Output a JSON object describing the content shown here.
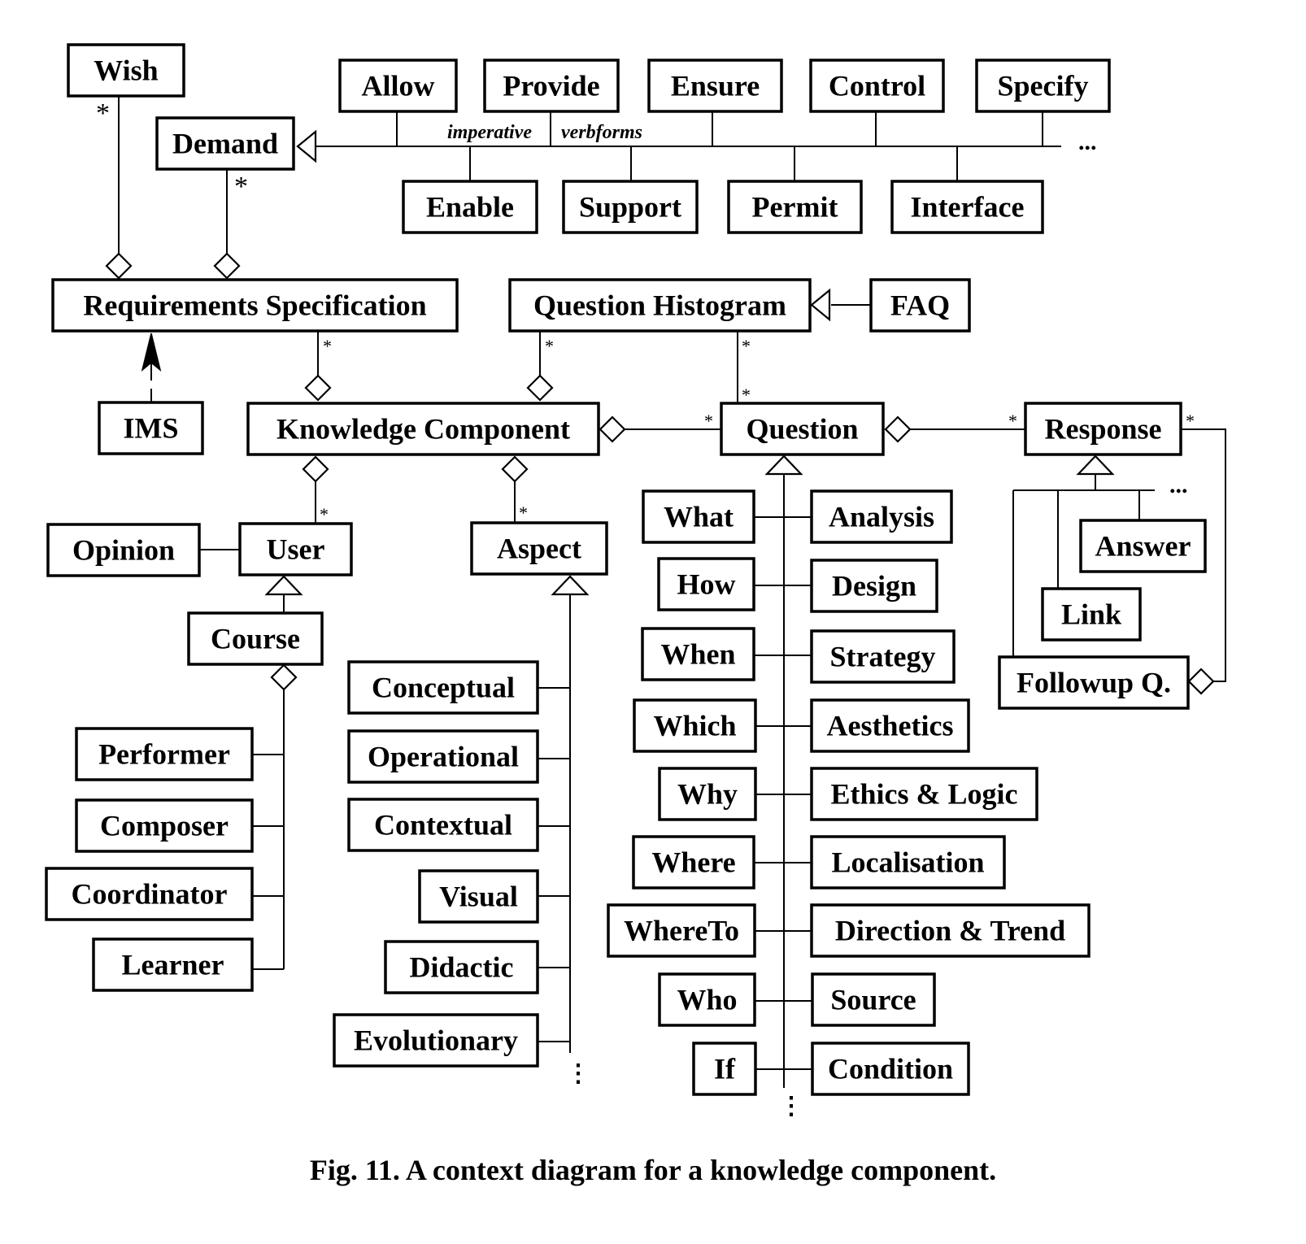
{
  "diagram": {
    "title": "A context diagram for a knowledge component",
    "nodes": {
      "wish": "Wish",
      "demand": "Demand",
      "allow": "Allow",
      "provide": "Provide",
      "ensure": "Ensure",
      "control": "Control",
      "specify": "Specify",
      "enable": "Enable",
      "support": "Support",
      "permit": "Permit",
      "interface": "Interface",
      "requirements_specification": "Requirements  Specification",
      "question_histogram": "Question Histogram",
      "faq": "FAQ",
      "ims": "IMS",
      "knowledge_component": "Knowledge Component",
      "question": "Question",
      "response": "Response",
      "opinion": "Opinion",
      "user": "User",
      "aspect": "Aspect",
      "course": "Course",
      "performer": "Performer",
      "composer": "Composer",
      "coordinator": "Coordinator",
      "learner": "Learner",
      "conceptual": "Conceptual",
      "operational": "Operational",
      "contextual": "Contextual",
      "visual": "Visual",
      "didactic": "Didactic",
      "evolutionary": "Evolutionary",
      "what": "What",
      "how": "How",
      "when": "When",
      "which": "Which",
      "why": "Why",
      "where": "Where",
      "whereto": "WhereTo",
      "who": "Who",
      "if": "If",
      "analysis": "Analysis",
      "design": "Design",
      "strategy": "Strategy",
      "aesthetics": "Aesthetics",
      "ethics_logic": "Ethics & Logic",
      "localisation": "Localisation",
      "direction_trend": "Direction & Trend",
      "source": "Source",
      "condition": "Condition",
      "answer": "Answer",
      "link": "Link",
      "followup_q": "Followup Q."
    },
    "annotations": {
      "imperative": "imperative",
      "verbforms": "verbforms",
      "multiplicity": "*",
      "ellipsis_h": "...",
      "ellipsis_v": "⋮"
    }
  },
  "caption": "Fig. 11. A context diagram for a knowledge component."
}
